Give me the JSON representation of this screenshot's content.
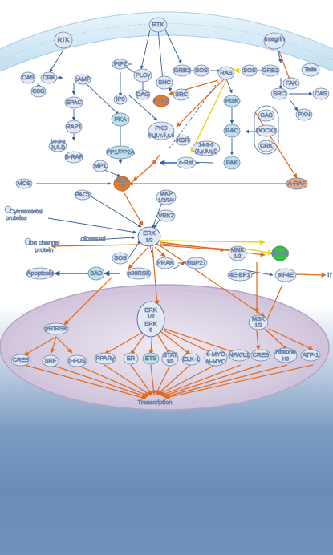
{
  "diagram": {
    "nodes": {
      "rtk1": "RTK",
      "rtk2": "RTK",
      "integrin": "Integrin",
      "cas1": "CAS",
      "crk1": "CRK",
      "c3g": "C3G",
      "camp": "cAMP",
      "epac": "EPAC",
      "rap1": "RAP1",
      "p1433a": "14-3-3",
      "p1433a_sub": "(η,θ,ζ)",
      "braf": "B-RAF",
      "pip2": "PIP2",
      "ip3": "IP3",
      "dag": "DAG",
      "plcy": "PLCγ",
      "shc": "SHC",
      "src1": "SRC",
      "pyk2": "PYK2",
      "grb2a": "GRB2",
      "sos1": "SOS",
      "ras": "RAS",
      "sos2": "SOS",
      "grb2b": "GRB2",
      "talin": "Talin",
      "fak": "FAK",
      "src2": "SRC",
      "cas3": "CAS",
      "pxn": "PXN",
      "pka": "PKA",
      "pkc": "PKC",
      "pkc_sub": "(α,β,γ,δ,ε,ι)",
      "ksr": "KSR",
      "p1433b": "14-3-3",
      "p1433b_sub": "(β,γ,θ,η,ζ)",
      "craf": "c-Raf",
      "pi3k": "PI3K",
      "rac": "RAC",
      "pak": "PAK",
      "cas2": "CAS",
      "dock1": "DOCK1",
      "crk2": "CRK",
      "araf": "A-RAF",
      "pp1": "PP1/PP2A",
      "mp1": "MP1",
      "mek": "MEK",
      "mek_sub": "1/2",
      "mos": "MOS",
      "pac1": "PAC1",
      "mkp": "MKP",
      "mkp_sub": "1/2/3/4",
      "vrk2": "VRK2",
      "cytoskeletal": "Cytoskeletal",
      "cytoskeletal2": "proteins",
      "cilostazol": "cilostazol",
      "erk": "ERK",
      "erk_sub": "1/2",
      "ionchannel": "Ion channel",
      "ionchannel2": "protein",
      "mnk": "MNK",
      "mnk_sub": "1/2",
      "cpla2": "cPLA2",
      "sos3": "SOS",
      "prak": "PRAK",
      "hsp27": "HSP27",
      "apoptosis": "Apoptosis",
      "bad": "BAD",
      "p90rsk1": "p90RSK",
      "ebp1": "4E-BP1",
      "eif4e": "eIF4E",
      "tr": "Tr",
      "erk_n": "ERK",
      "erk_n_sub": "1/2",
      "erk5": "ERK",
      "erk5_sub": "5",
      "p90rsk2": "p90RSK",
      "msk": "MSK",
      "msk_sub": "1/2",
      "creb1": "CREB",
      "srf": "SRF",
      "cfos": "c-FOS",
      "ppary": "PPARγ",
      "er": "ER",
      "ets": "ETS",
      "stat": "STAT",
      "stat_sub": "1/3",
      "elk1": "ELK-1",
      "cmyc": "c-MYC",
      "nmyc": "N-MYC",
      "nfatc1": "NFATc1",
      "creb2": "CREB",
      "histone": "Histone",
      "histone_sub": "H3",
      "atf1": "ATF-1",
      "transcription": "Transcription"
    },
    "colors": {
      "node_fill": "#e2e9f3",
      "node_stroke": "#6d86ad",
      "highlight_orange": "#e67a2e",
      "highlight_green": "#3cc04a",
      "teal": "#bfe3e6",
      "arrow_blue": "#3a5f96",
      "arrow_orange": "#e06a1c",
      "arrow_yellow": "#e6d81c",
      "membrane": "#cfe7f5",
      "nucleus": "#d9cfe3"
    }
  }
}
